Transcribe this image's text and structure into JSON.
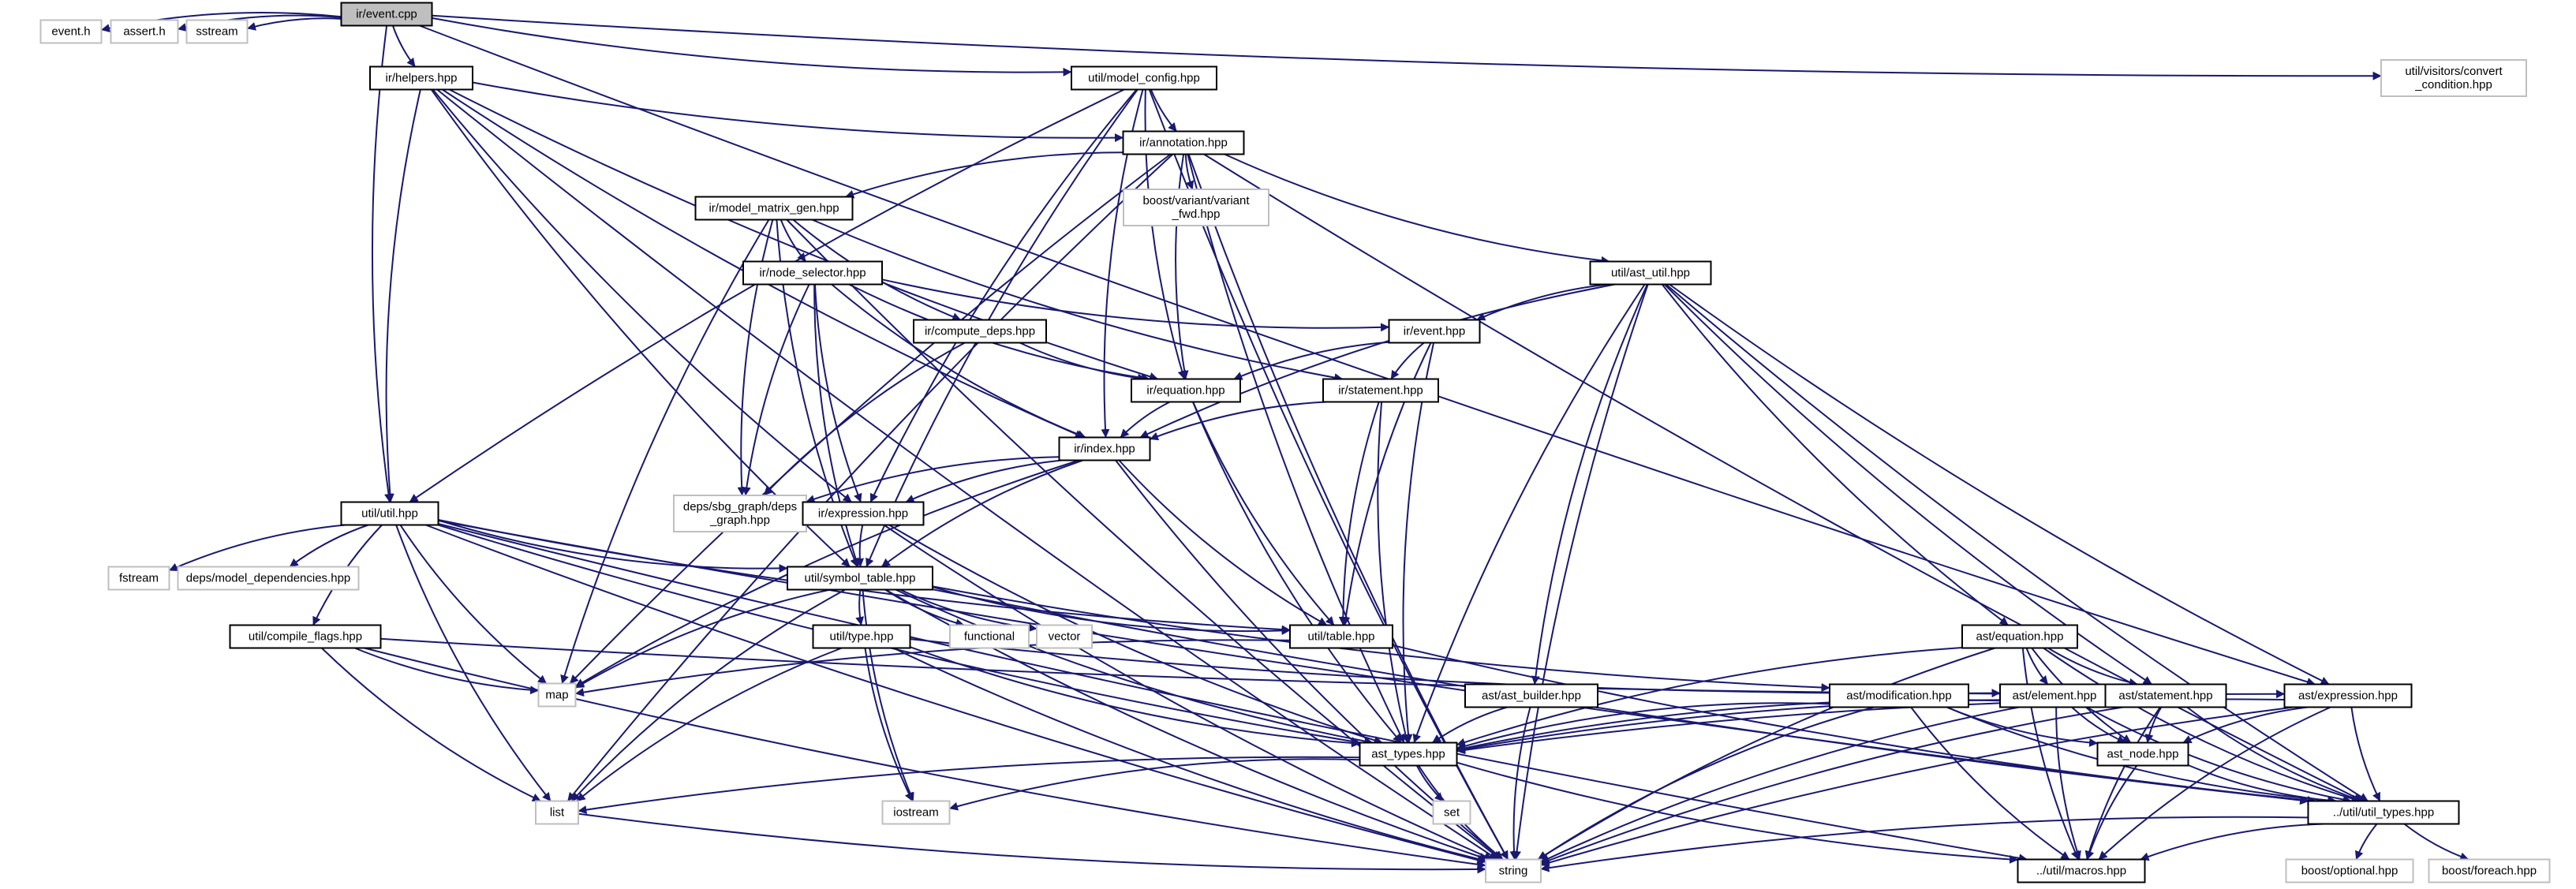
{
  "graph": {
    "colors": {
      "edge": "#191970",
      "root_fill": "#bfbfbf",
      "root_border": "#000000",
      "documented_border": "#000000",
      "external_border": "#bfbfbf",
      "external_text": "#000000",
      "background": "#ffffff"
    },
    "nodes": [
      {
        "id": "root",
        "lines": [
          "ir/event.cpp"
        ],
        "kind": "root"
      },
      {
        "id": "event_h",
        "lines": [
          "event.h"
        ],
        "kind": "external"
      },
      {
        "id": "assert_h",
        "lines": [
          "assert.h"
        ],
        "kind": "external"
      },
      {
        "id": "sstream",
        "lines": [
          "sstream"
        ],
        "kind": "external"
      },
      {
        "id": "helpers",
        "lines": [
          "ir/helpers.hpp"
        ],
        "kind": "doc"
      },
      {
        "id": "model_config",
        "lines": [
          "util/model_config.hpp"
        ],
        "kind": "doc"
      },
      {
        "id": "convert_cond",
        "lines": [
          "util/visitors/convert",
          "_condition.hpp"
        ],
        "kind": "external"
      },
      {
        "id": "annotation",
        "lines": [
          "ir/annotation.hpp"
        ],
        "kind": "doc"
      },
      {
        "id": "variant_fwd",
        "lines": [
          "boost/variant/variant",
          "_fwd.hpp"
        ],
        "kind": "external"
      },
      {
        "id": "model_matrix_gen",
        "lines": [
          "ir/model_matrix_gen.hpp"
        ],
        "kind": "doc"
      },
      {
        "id": "node_selector",
        "lines": [
          "ir/node_selector.hpp"
        ],
        "kind": "doc"
      },
      {
        "id": "compute_deps",
        "lines": [
          "ir/compute_deps.hpp"
        ],
        "kind": "doc"
      },
      {
        "id": "ast_util",
        "lines": [
          "util/ast_util.hpp"
        ],
        "kind": "doc"
      },
      {
        "id": "ir_event",
        "lines": [
          "ir/event.hpp"
        ],
        "kind": "doc"
      },
      {
        "id": "ir_equation",
        "lines": [
          "ir/equation.hpp"
        ],
        "kind": "doc"
      },
      {
        "id": "ir_statement",
        "lines": [
          "ir/statement.hpp"
        ],
        "kind": "doc"
      },
      {
        "id": "ir_index",
        "lines": [
          "ir/index.hpp"
        ],
        "kind": "doc"
      },
      {
        "id": "sbg_graph",
        "lines": [
          "deps/sbg_graph/deps",
          "_graph.hpp"
        ],
        "kind": "external"
      },
      {
        "id": "ir_expression",
        "lines": [
          "ir/expression.hpp"
        ],
        "kind": "doc"
      },
      {
        "id": "util_util",
        "lines": [
          "util/util.hpp"
        ],
        "kind": "doc"
      },
      {
        "id": "fstream",
        "lines": [
          "fstream"
        ],
        "kind": "external"
      },
      {
        "id": "model_deps",
        "lines": [
          "deps/model_dependencies.hpp"
        ],
        "kind": "external"
      },
      {
        "id": "symbol_table",
        "lines": [
          "util/symbol_table.hpp"
        ],
        "kind": "doc"
      },
      {
        "id": "functional",
        "lines": [
          "functional"
        ],
        "kind": "external"
      },
      {
        "id": "vector",
        "lines": [
          "vector"
        ],
        "kind": "external"
      },
      {
        "id": "util_type",
        "lines": [
          "util/type.hpp"
        ],
        "kind": "doc"
      },
      {
        "id": "util_table",
        "lines": [
          "util/table.hpp"
        ],
        "kind": "doc"
      },
      {
        "id": "compile_flags",
        "lines": [
          "util/compile_flags.hpp"
        ],
        "kind": "doc"
      },
      {
        "id": "map",
        "lines": [
          "map"
        ],
        "kind": "external"
      },
      {
        "id": "ast_equation",
        "lines": [
          "ast/equation.hpp"
        ],
        "kind": "doc"
      },
      {
        "id": "ast_builder",
        "lines": [
          "ast/ast_builder.hpp"
        ],
        "kind": "doc"
      },
      {
        "id": "ast_modification",
        "lines": [
          "ast/modification.hpp"
        ],
        "kind": "doc"
      },
      {
        "id": "ast_element",
        "lines": [
          "ast/element.hpp"
        ],
        "kind": "doc"
      },
      {
        "id": "ast_statement",
        "lines": [
          "ast/statement.hpp"
        ],
        "kind": "doc"
      },
      {
        "id": "ast_expression",
        "lines": [
          "ast/expression.hpp"
        ],
        "kind": "doc"
      },
      {
        "id": "ast_types",
        "lines": [
          "ast_types.hpp"
        ],
        "kind": "doc"
      },
      {
        "id": "ast_node",
        "lines": [
          "ast_node.hpp"
        ],
        "kind": "doc"
      },
      {
        "id": "list",
        "lines": [
          "list"
        ],
        "kind": "external"
      },
      {
        "id": "set",
        "lines": [
          "set"
        ],
        "kind": "external"
      },
      {
        "id": "iostream",
        "lines": [
          "iostream"
        ],
        "kind": "external"
      },
      {
        "id": "util_types",
        "lines": [
          "../util/util_types.hpp"
        ],
        "kind": "doc"
      },
      {
        "id": "string",
        "lines": [
          "string"
        ],
        "kind": "external"
      },
      {
        "id": "macros",
        "lines": [
          "../util/macros.hpp"
        ],
        "kind": "doc"
      },
      {
        "id": "boost_optional",
        "lines": [
          "boost/optional.hpp"
        ],
        "kind": "external"
      },
      {
        "id": "boost_foreach",
        "lines": [
          "boost/foreach.hpp"
        ],
        "kind": "external"
      }
    ],
    "edges": [
      [
        "root",
        "event_h"
      ],
      [
        "root",
        "assert_h"
      ],
      [
        "root",
        "sstream"
      ],
      [
        "root",
        "helpers"
      ],
      [
        "root",
        "model_config"
      ],
      [
        "root",
        "convert_cond"
      ],
      [
        "root",
        "util_util"
      ],
      [
        "root",
        "ast_expression"
      ],
      [
        "helpers",
        "annotation"
      ],
      [
        "helpers",
        "ir_equation"
      ],
      [
        "helpers",
        "ir_index"
      ],
      [
        "helpers",
        "ir_expression"
      ],
      [
        "helpers",
        "util_util"
      ],
      [
        "helpers",
        "symbol_table"
      ],
      [
        "helpers",
        "string"
      ],
      [
        "model_config",
        "annotation"
      ],
      [
        "model_config",
        "ir_equation"
      ],
      [
        "model_config",
        "ir_index"
      ],
      [
        "model_config",
        "ir_expression"
      ],
      [
        "model_config",
        "util_util"
      ],
      [
        "model_config",
        "symbol_table"
      ],
      [
        "model_config",
        "string"
      ],
      [
        "annotation",
        "variant_fwd"
      ],
      [
        "annotation",
        "model_matrix_gen"
      ],
      [
        "annotation",
        "ast_util"
      ],
      [
        "annotation",
        "ast_types"
      ],
      [
        "annotation",
        "util_types"
      ],
      [
        "annotation",
        "list"
      ],
      [
        "annotation",
        "map"
      ],
      [
        "annotation",
        "string"
      ],
      [
        "annotation",
        "ir_equation"
      ],
      [
        "model_matrix_gen",
        "node_selector"
      ],
      [
        "model_matrix_gen",
        "compute_deps"
      ],
      [
        "model_matrix_gen",
        "ir_statement"
      ],
      [
        "model_matrix_gen",
        "sbg_graph"
      ],
      [
        "model_matrix_gen",
        "symbol_table"
      ],
      [
        "model_matrix_gen",
        "map"
      ],
      [
        "model_matrix_gen",
        "string"
      ],
      [
        "node_selector",
        "ir_event"
      ],
      [
        "node_selector",
        "ir_equation"
      ],
      [
        "node_selector",
        "ir_index"
      ],
      [
        "node_selector",
        "ir_expression"
      ],
      [
        "node_selector",
        "sbg_graph"
      ],
      [
        "node_selector",
        "symbol_table"
      ],
      [
        "compute_deps",
        "ir_equation"
      ],
      [
        "compute_deps",
        "sbg_graph"
      ],
      [
        "ast_util",
        "ir_event"
      ],
      [
        "ast_util",
        "ir_index"
      ],
      [
        "ast_util",
        "ast_equation"
      ],
      [
        "ast_util",
        "ast_builder"
      ],
      [
        "ast_util",
        "ast_statement"
      ],
      [
        "ast_util",
        "ast_expression"
      ],
      [
        "ast_util",
        "ast_types"
      ],
      [
        "ast_util",
        "util_types"
      ],
      [
        "ast_util",
        "string"
      ],
      [
        "ir_event",
        "ir_equation"
      ],
      [
        "ir_event",
        "ir_statement"
      ],
      [
        "ir_event",
        "util_table"
      ],
      [
        "ir_event",
        "ast_types"
      ],
      [
        "ir_equation",
        "ir_index"
      ],
      [
        "ir_equation",
        "util_table"
      ],
      [
        "ir_equation",
        "ast_types"
      ],
      [
        "ir_statement",
        "ir_index"
      ],
      [
        "ir_statement",
        "util_table"
      ],
      [
        "ir_statement",
        "ast_types"
      ],
      [
        "ir_index",
        "sbg_graph"
      ],
      [
        "ir_index",
        "ir_expression"
      ],
      [
        "ir_index",
        "symbol_table"
      ],
      [
        "ir_index",
        "util_table"
      ],
      [
        "ir_index",
        "map"
      ],
      [
        "ir_index",
        "string"
      ],
      [
        "ir_expression",
        "symbol_table"
      ],
      [
        "ir_expression",
        "ast_types"
      ],
      [
        "ir_expression",
        "string"
      ],
      [
        "util_util",
        "fstream"
      ],
      [
        "util_util",
        "model_deps"
      ],
      [
        "util_util",
        "symbol_table"
      ],
      [
        "util_util",
        "compile_flags"
      ],
      [
        "util_util",
        "map"
      ],
      [
        "util_util",
        "list"
      ],
      [
        "util_util",
        "string"
      ],
      [
        "util_util",
        "util_table"
      ],
      [
        "util_util",
        "ast_types"
      ],
      [
        "util_util",
        "util_types"
      ],
      [
        "util_util",
        "macros"
      ],
      [
        "symbol_table",
        "util_type"
      ],
      [
        "symbol_table",
        "util_table"
      ],
      [
        "symbol_table",
        "functional"
      ],
      [
        "symbol_table",
        "vector"
      ],
      [
        "symbol_table",
        "map"
      ],
      [
        "symbol_table",
        "list"
      ],
      [
        "symbol_table",
        "iostream"
      ],
      [
        "symbol_table",
        "string"
      ],
      [
        "symbol_table",
        "ast_types"
      ],
      [
        "symbol_table",
        "ast_modification"
      ],
      [
        "symbol_table",
        "util_types"
      ],
      [
        "util_type",
        "ast_element"
      ],
      [
        "util_type",
        "ast_types"
      ],
      [
        "util_type",
        "list"
      ],
      [
        "util_type",
        "iostream"
      ],
      [
        "util_type",
        "string"
      ],
      [
        "util_table",
        "map"
      ],
      [
        "util_table",
        "util_types"
      ],
      [
        "compile_flags",
        "map"
      ],
      [
        "compile_flags",
        "list"
      ],
      [
        "compile_flags",
        "string"
      ],
      [
        "compile_flags",
        "ast_expression"
      ],
      [
        "ast_equation",
        "ast_element"
      ],
      [
        "ast_equation",
        "ast_statement"
      ],
      [
        "ast_equation",
        "ast_types"
      ],
      [
        "ast_equation",
        "ast_node"
      ],
      [
        "ast_equation",
        "util_types"
      ],
      [
        "ast_equation",
        "string"
      ],
      [
        "ast_equation",
        "macros"
      ],
      [
        "ast_builder",
        "ast_types"
      ],
      [
        "ast_builder",
        "string"
      ],
      [
        "ast_modification",
        "ast_types"
      ],
      [
        "ast_modification",
        "ast_node"
      ],
      [
        "ast_modification",
        "util_types"
      ],
      [
        "ast_modification",
        "string"
      ],
      [
        "ast_modification",
        "macros"
      ],
      [
        "ast_element",
        "ast_types"
      ],
      [
        "ast_element",
        "ast_node"
      ],
      [
        "ast_element",
        "util_types"
      ],
      [
        "ast_element",
        "string"
      ],
      [
        "ast_element",
        "macros"
      ],
      [
        "ast_statement",
        "ast_types"
      ],
      [
        "ast_statement",
        "ast_node"
      ],
      [
        "ast_statement",
        "util_types"
      ],
      [
        "ast_statement",
        "string"
      ],
      [
        "ast_statement",
        "macros"
      ],
      [
        "ast_expression",
        "ast_types"
      ],
      [
        "ast_expression",
        "ast_node"
      ],
      [
        "ast_expression",
        "util_types"
      ],
      [
        "ast_expression",
        "string"
      ],
      [
        "ast_expression",
        "macros"
      ],
      [
        "ast_types",
        "list"
      ],
      [
        "ast_types",
        "set"
      ],
      [
        "ast_types",
        "iostream"
      ],
      [
        "ast_types",
        "string"
      ],
      [
        "ast_types",
        "macros"
      ],
      [
        "ast_node",
        "macros"
      ],
      [
        "ast_node",
        "util_types"
      ],
      [
        "util_types",
        "boost_optional"
      ],
      [
        "util_types",
        "boost_foreach"
      ],
      [
        "util_types",
        "string"
      ],
      [
        "util_types",
        "macros"
      ],
      [
        "list",
        "string"
      ]
    ]
  }
}
